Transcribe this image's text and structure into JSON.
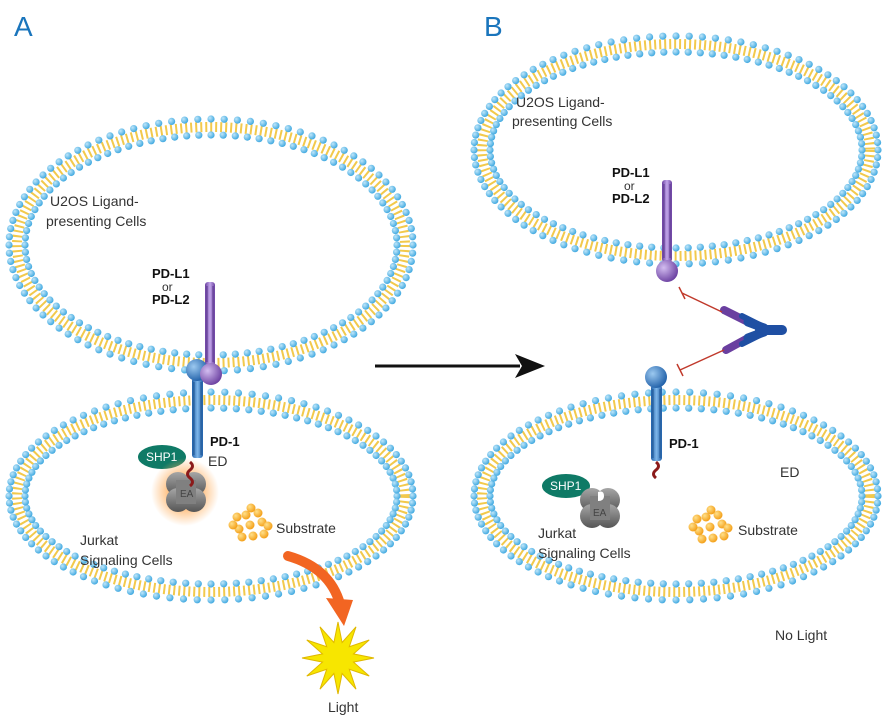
{
  "panels": {
    "a": {
      "letter": "A",
      "top_cell": [
        "U2OS Ligand-",
        "presenting Cells"
      ],
      "ligand": {
        "l1": "PD-L1",
        "or": "or",
        "l2": "PD-L2"
      },
      "receptor": "PD-1",
      "shp1": "SHP1",
      "ed": "ED",
      "ea": "EA",
      "substrate": "Substrate",
      "bottom_cell": [
        "Jurkat",
        "Signaling Cells"
      ],
      "outcome": "Light"
    },
    "b": {
      "letter": "B",
      "top_cell": [
        "U2OS Ligand-",
        "presenting Cells"
      ],
      "ligand": {
        "l1": "PD-L1",
        "or": "or",
        "l2": "PD-L2"
      },
      "receptor": "PD-1",
      "shp1": "SHP1",
      "ed": "ED",
      "ea": "EA",
      "substrate": "Substrate",
      "bottom_cell": [
        "Jurkat",
        "Signaling Cells"
      ],
      "outcome": "No Light"
    }
  },
  "colors": {
    "membrane_head": "#4db3e6",
    "membrane_tail": "#f2c94c",
    "receptor": "#2f7fc1",
    "ligand": "#8a63b5",
    "shp1": "#0f7a66",
    "enzyme": "#7f7f7f",
    "substrate": "#f39c12",
    "light": "#f7e600",
    "arrow_orange": "#f26522",
    "antibody_blue": "#1f4fa3",
    "antibody_purple": "#6a3fa0",
    "inhibit": "#c0392b"
  }
}
